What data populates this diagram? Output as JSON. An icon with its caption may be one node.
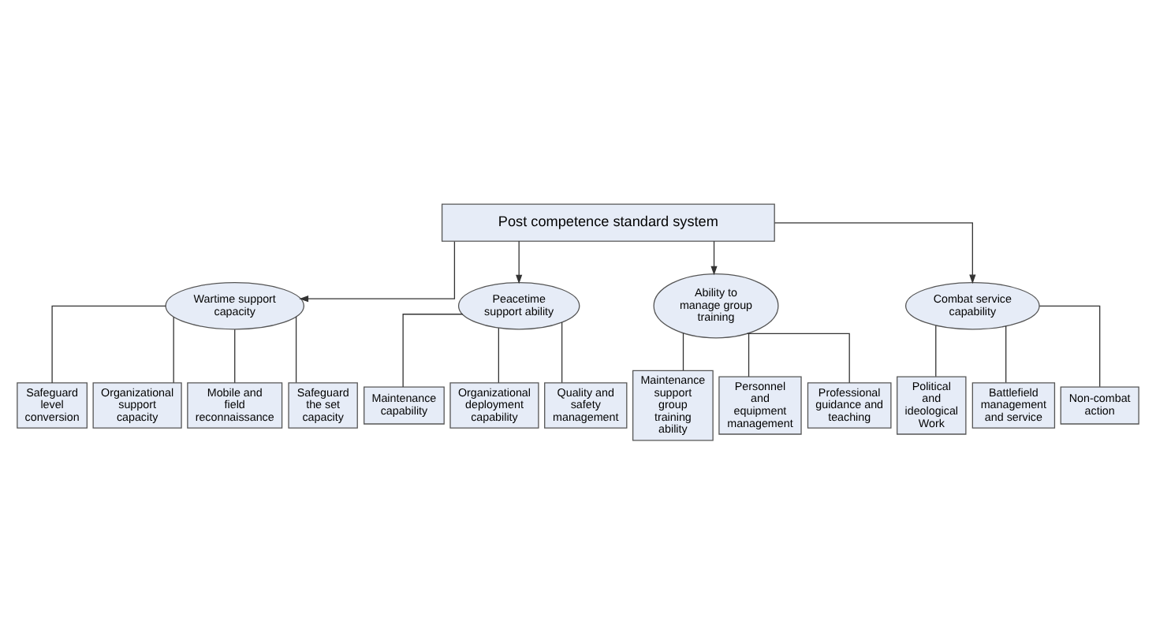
{
  "diagram": {
    "nodes": [
      {
        "text": [
          "Post competence standard system"
        ]
      },
      {
        "text": [
          "Wartime support capacity"
        ]
      },
      {
        "text": [
          "Peacetime support ability"
        ]
      },
      {
        "text": [
          "Ability to manage group training"
        ]
      },
      {
        "text": [
          "Combat service capability"
        ]
      },
      {
        "text": [
          "Safeguard level conversion"
        ]
      },
      {
        "text": [
          "Organizational support capacity"
        ]
      },
      {
        "text": [
          "Mobile and field reconnaissance"
        ]
      },
      {
        "text": [
          "Safeguard the set capacity"
        ]
      },
      {
        "text": [
          "Maintenance capability"
        ]
      },
      {
        "text": [
          "Organizational deployment capability"
        ]
      },
      {
        "text": [
          "Quality and safety management"
        ]
      },
      {
        "text": [
          "Maintenance support group training ability"
        ]
      },
      {
        "text": [
          "Personnel and equipment management"
        ]
      },
      {
        "text": [
          "Professional guidance and teaching"
        ]
      },
      {
        "text": [
          "Political and ideological Work"
        ]
      },
      {
        "text": [
          "Battlefield management and service"
        ]
      },
      {
        "text": [
          "Non-combat action"
        ]
      }
    ],
    "edges": [
      {
        "from": 0,
        "to": 1,
        "arrow": "to"
      },
      {
        "from": 0,
        "to": 2,
        "arrow": "to"
      },
      {
        "from": 0,
        "to": 3,
        "arrow": "to"
      },
      {
        "from": 0,
        "to": 4,
        "arrow": "to"
      },
      {
        "from": 1,
        "to": 5,
        "arrow": "none"
      },
      {
        "from": 1,
        "to": 6,
        "arrow": "none"
      },
      {
        "from": 1,
        "to": 7,
        "arrow": "none"
      },
      {
        "from": 1,
        "to": 8,
        "arrow": "none"
      },
      {
        "from": 2,
        "to": 9,
        "arrow": "none"
      },
      {
        "from": 2,
        "to": 10,
        "arrow": "none"
      },
      {
        "from": 2,
        "to": 11,
        "arrow": "none"
      },
      {
        "from": 3,
        "to": 12,
        "arrow": "none"
      },
      {
        "from": 3,
        "to": 13,
        "arrow": "none"
      },
      {
        "from": 3,
        "to": 14,
        "arrow": "none"
      },
      {
        "from": 4,
        "to": 15,
        "arrow": "none"
      },
      {
        "from": 4,
        "to": 16,
        "arrow": "none"
      },
      {
        "from": 4,
        "to": 17,
        "arrow": "none"
      }
    ]
  }
}
